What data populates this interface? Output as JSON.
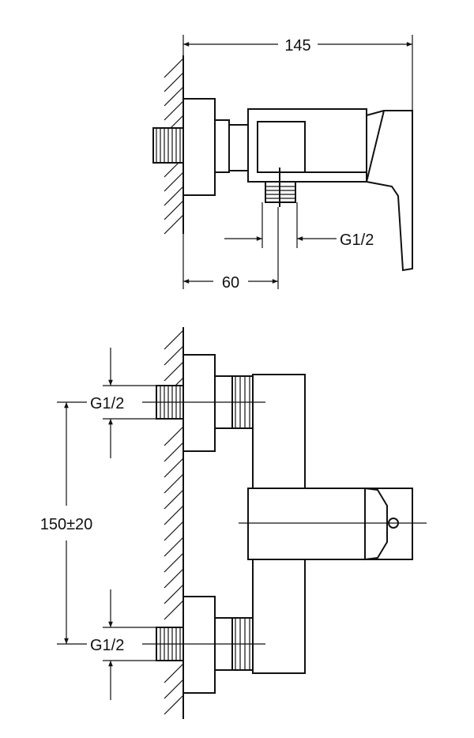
{
  "top_view": {
    "dim_width": "145",
    "dim_offset": "60",
    "dim_thread": "G1/2"
  },
  "front_view": {
    "dim_thread_top": "G1/2",
    "dim_thread_bottom": "G1/2",
    "dim_spacing": "150±20"
  }
}
